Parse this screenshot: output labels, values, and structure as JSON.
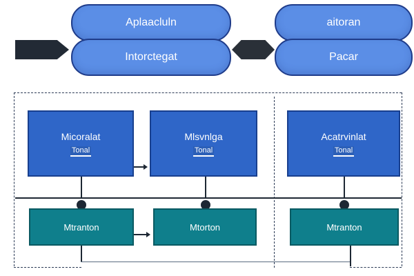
{
  "top_left_stack": {
    "upper_label": "Aplaacluln",
    "lower_label": "Intorctegat"
  },
  "top_right_stack": {
    "upper_label": "aitoran",
    "lower_label": "Pacar"
  },
  "services": [
    {
      "title": "Micoralat",
      "subtitle": "Tonal"
    },
    {
      "title": "Mlsvnlga",
      "subtitle": "Tonal"
    },
    {
      "title": "Acatrvinlat",
      "subtitle": "Tonal"
    }
  ],
  "databases": [
    {
      "label": "Mtranton"
    },
    {
      "label": "Mtorton"
    },
    {
      "label": "Mtranton"
    }
  ],
  "colors": {
    "pill": "#5b8ee6",
    "service": "#2f66c8",
    "database": "#0f7f8c",
    "connector": "#1d2733"
  }
}
